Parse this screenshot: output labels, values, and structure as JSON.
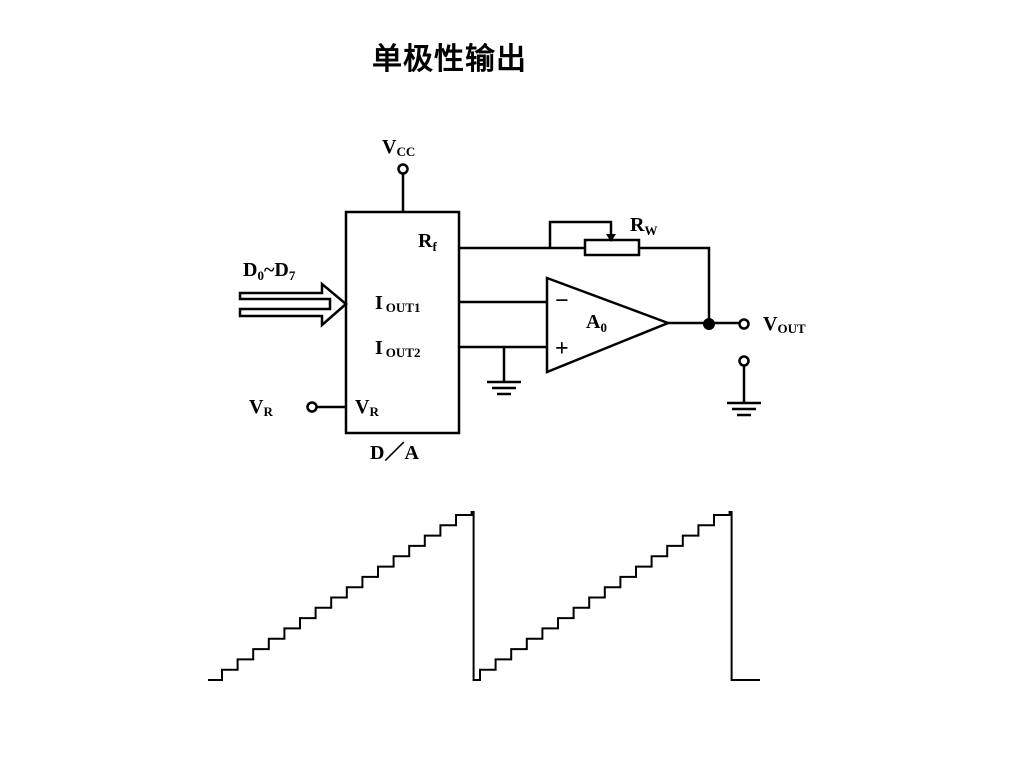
{
  "title": "单极性输出",
  "circuit": {
    "vcc": {
      "main": "V",
      "sub": "CC"
    },
    "rf": {
      "main": "R",
      "sub": "f"
    },
    "rw": {
      "main": "R",
      "sub": "W"
    },
    "data_bus": {
      "d0_main": "D",
      "d0_sub": "0",
      "tilde": "~",
      "d7_main": "D",
      "d7_sub": "7"
    },
    "iout1": {
      "main": "I",
      "sub": "OUT1"
    },
    "iout2": {
      "main": "I",
      "sub": "OUT2"
    },
    "vr_pin": {
      "main": "V",
      "sub": "R"
    },
    "vr_in": {
      "main": "V",
      "sub": "R"
    },
    "amp": {
      "main": "A",
      "sub": "0"
    },
    "amp_minus": "−",
    "amp_plus": "+",
    "vout": {
      "main": "V",
      "sub": "OUT"
    },
    "chip_label": "D／A"
  },
  "waveform": {
    "steps_per_ramp": 16,
    "ramps": 2
  }
}
